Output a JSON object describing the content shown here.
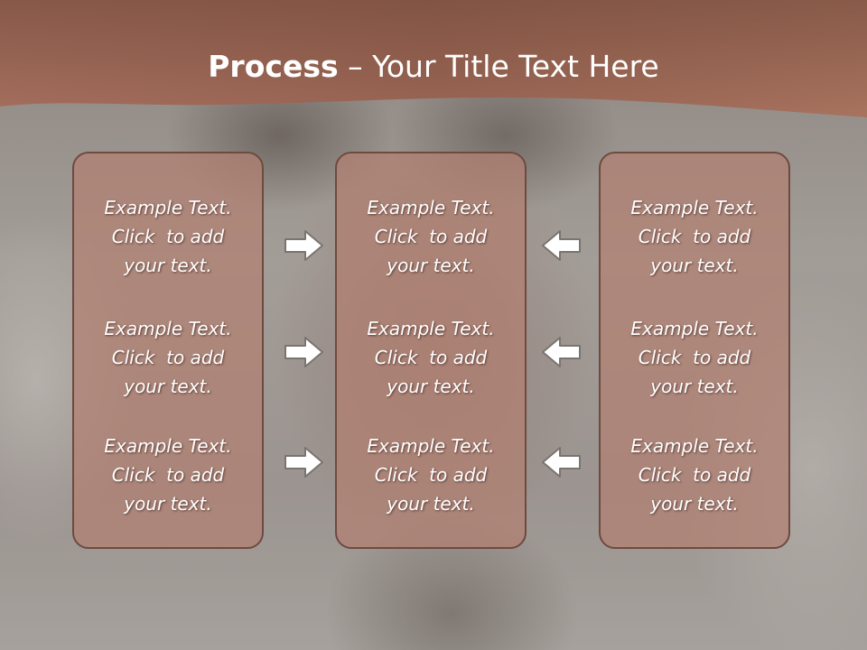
{
  "slide": {
    "title_bold": "Process",
    "title_rest": " – Your Title Text Here"
  },
  "columns": [
    {
      "items": [
        {
          "line1": "Example Text.",
          "line2": "Click  to add",
          "line3": "your text."
        },
        {
          "line1": "Example Text.",
          "line2": "Click  to add",
          "line3": "your text."
        },
        {
          "line1": "Example Text.",
          "line2": "Click  to add",
          "line3": "your text."
        }
      ]
    },
    {
      "items": [
        {
          "line1": "Example Text.",
          "line2": "Click  to add",
          "line3": "your text."
        },
        {
          "line1": "Example Text.",
          "line2": "Click  to add",
          "line3": "your text."
        },
        {
          "line1": "Example Text.",
          "line2": "Click  to add",
          "line3": "your text."
        }
      ]
    },
    {
      "items": [
        {
          "line1": "Example Text.",
          "line2": "Click  to add",
          "line3": "your text."
        },
        {
          "line1": "Example Text.",
          "line2": "Click  to add",
          "line3": "your text."
        },
        {
          "line1": "Example Text.",
          "line2": "Click  to add",
          "line3": "your text."
        }
      ]
    }
  ],
  "arrows": {
    "left_group": "arrow-right-icon",
    "right_group": "arrow-left-icon"
  },
  "colors": {
    "header": "#a0705e",
    "panel": "#b28070",
    "panel_border": "#6e4a40",
    "text": "#ffffff"
  }
}
